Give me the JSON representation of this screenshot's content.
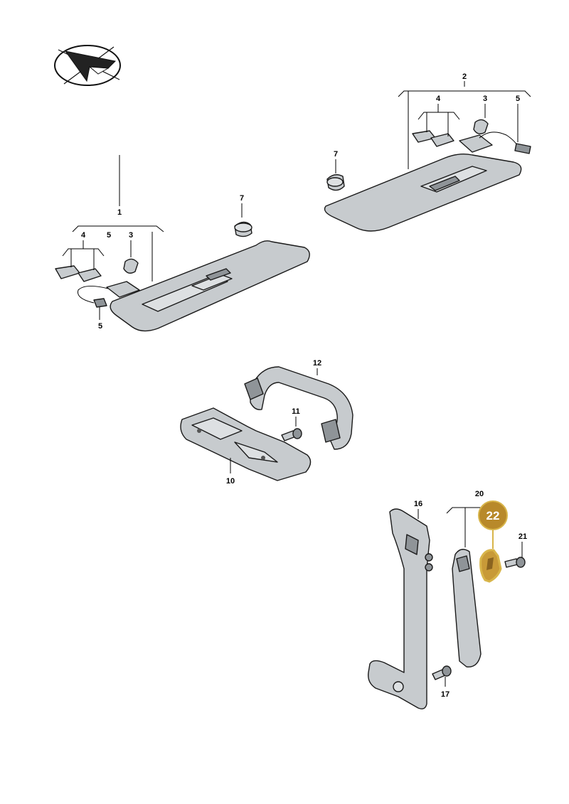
{
  "callouts": {
    "c1": "1",
    "c2": "2",
    "c3a": "3",
    "c3b": "3",
    "c4a": "4",
    "c4b": "4",
    "c5a": "5",
    "c5b": "5",
    "c5c": "5",
    "c7a": "7",
    "c7b": "7",
    "c10": "10",
    "c11": "11",
    "c12": "12",
    "c16": "16",
    "c17": "17",
    "c20": "20",
    "c21": "21"
  },
  "highlight": {
    "label": "22",
    "color": "#b8892a",
    "outline": "#d8b54a"
  },
  "colors": {
    "part_fill": "#c7cbce",
    "part_dark": "#8f9498",
    "line": "#1a1a1a"
  },
  "icons": {
    "logo": "paper-plane-logo-icon"
  }
}
